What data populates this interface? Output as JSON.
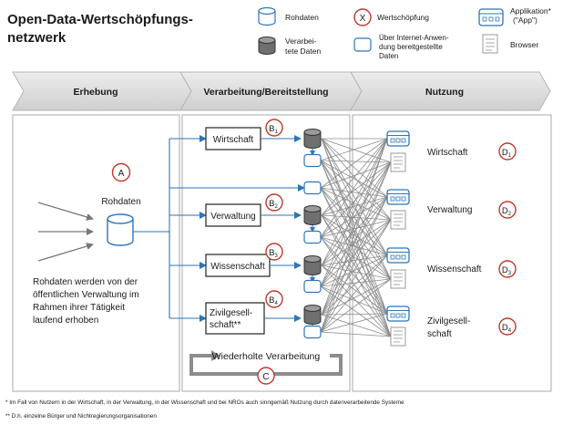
{
  "title": {
    "line1": "Open-Data-Wertschöpfungs-",
    "line2": "netzwerk"
  },
  "legend": {
    "raw_data": "Rohdaten",
    "processed_data_line1": "Verarbei-",
    "processed_data_line2": "tete Daten",
    "value_creation_symbol": "X",
    "value_creation": "Wertschöpfung",
    "internet_app_line1": "Über Internet-Anwen-",
    "internet_app_line2": "dung bereitgestellte",
    "internet_app_line3": "Daten",
    "app_line1": "Applikation*",
    "app_line2": "(\"App\")",
    "browser": "Browser"
  },
  "phases": [
    "Erhebung",
    "Verarbeitung/Bereitstellung",
    "Nutzung"
  ],
  "erhebung": {
    "marker": "A",
    "raw_label": "Rohdaten",
    "description": [
      "Rohdaten werden von der",
      "öffentlichen Verwaltung im",
      "Rahmen ihrer Tätigkeit",
      "laufend erhoben"
    ]
  },
  "processing": {
    "boxes": [
      {
        "line1": "Wirtschaft",
        "line2": "",
        "marker": "B",
        "sub": "1"
      },
      {
        "line1": "Verwaltung",
        "line2": "",
        "marker": "B",
        "sub": "2"
      },
      {
        "line1": "Wissenschaft",
        "line2": "",
        "marker": "B",
        "sub": "3"
      },
      {
        "line1": "Zivilgesell-",
        "line2": "schaft**",
        "marker": "B",
        "sub": "4"
      }
    ],
    "repeat_label": "Wiederholte Verarbeitung",
    "repeat_marker": "C"
  },
  "usage": {
    "items": [
      {
        "line1": "Wirtschaft",
        "line2": "",
        "marker": "D",
        "sub": "1"
      },
      {
        "line1": "Verwaltung",
        "line2": "",
        "marker": "D",
        "sub": "2"
      },
      {
        "line1": "Wissenschaft",
        "line2": "",
        "marker": "D",
        "sub": "3"
      },
      {
        "line1": "Zivilgesell-",
        "line2": "schaft",
        "marker": "D",
        "sub": "4"
      }
    ]
  },
  "footnotes": [
    "* Im Fall von Nutzern in der Wirtschaft, in der Verwaltung, in der Wissenschaft und bei NROs auch sinngemäß Nutzung durch datenverarbeitende Systeme",
    "** D.h. einzelne Bürger und Nichtregierungsorganisationen"
  ],
  "colors": {
    "red": "#c0392b",
    "blue": "#2e75b6",
    "cylinder_gray": "#6f6f6f",
    "band": "#dcdcdc",
    "line": "#8c8c8c"
  }
}
